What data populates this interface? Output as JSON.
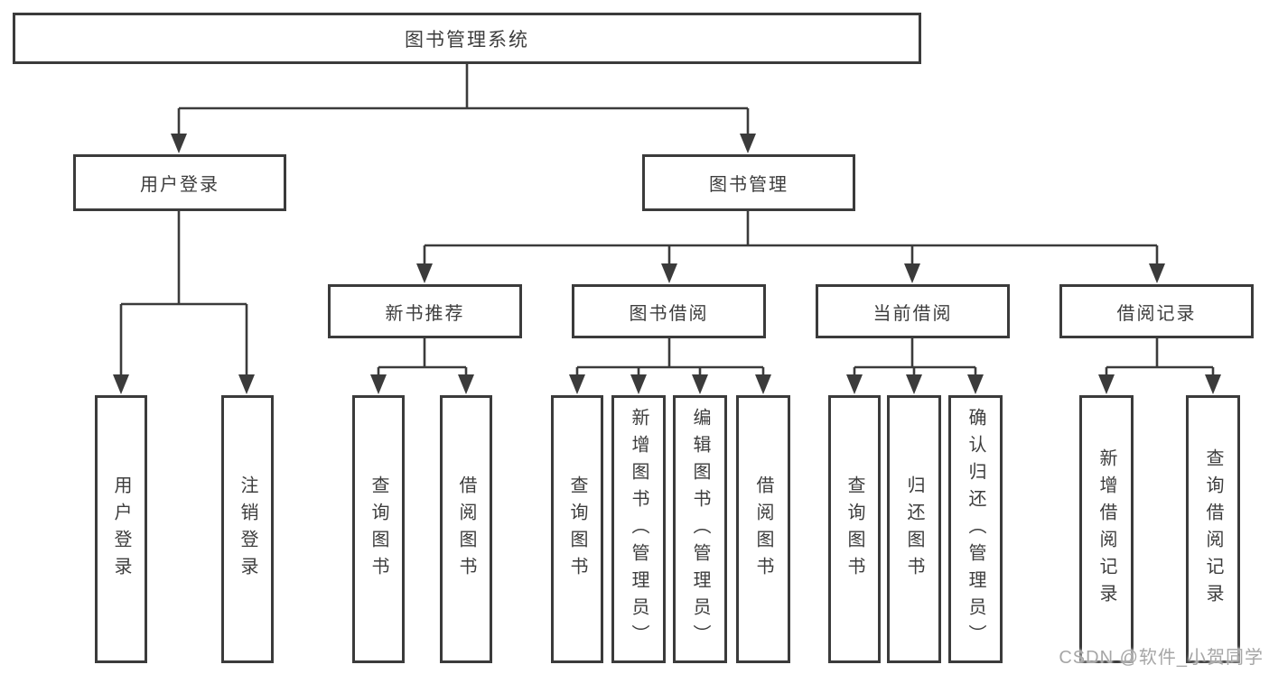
{
  "diagram": {
    "root": {
      "label": "图书管理系统"
    },
    "branches": [
      {
        "label": "用户登录",
        "children": [
          {
            "label": "用户登录"
          },
          {
            "label": "注销登录"
          }
        ]
      },
      {
        "label": "图书管理",
        "groups": [
          {
            "label": "新书推荐",
            "children": [
              {
                "label": "查询图书"
              },
              {
                "label": "借阅图书"
              }
            ]
          },
          {
            "label": "图书借阅",
            "children": [
              {
                "label": "查询图书"
              },
              {
                "label": "新增图书（管理员）"
              },
              {
                "label": "编辑图书（管理员）"
              },
              {
                "label": "借阅图书"
              }
            ]
          },
          {
            "label": "当前借阅",
            "children": [
              {
                "label": "查询图书"
              },
              {
                "label": "归还图书"
              },
              {
                "label": "确认归还（管理员）"
              }
            ]
          },
          {
            "label": "借阅记录",
            "children": [
              {
                "label": "新增借阅记录"
              },
              {
                "label": "查询借阅记录"
              }
            ]
          }
        ]
      }
    ]
  },
  "watermark": {
    "text": "CSDN @软件_小贺同学"
  },
  "colors": {
    "line": "#3b3b3b",
    "text": "#3d3d3d",
    "background": "#ffffff",
    "watermark": "#a6a6a6"
  }
}
